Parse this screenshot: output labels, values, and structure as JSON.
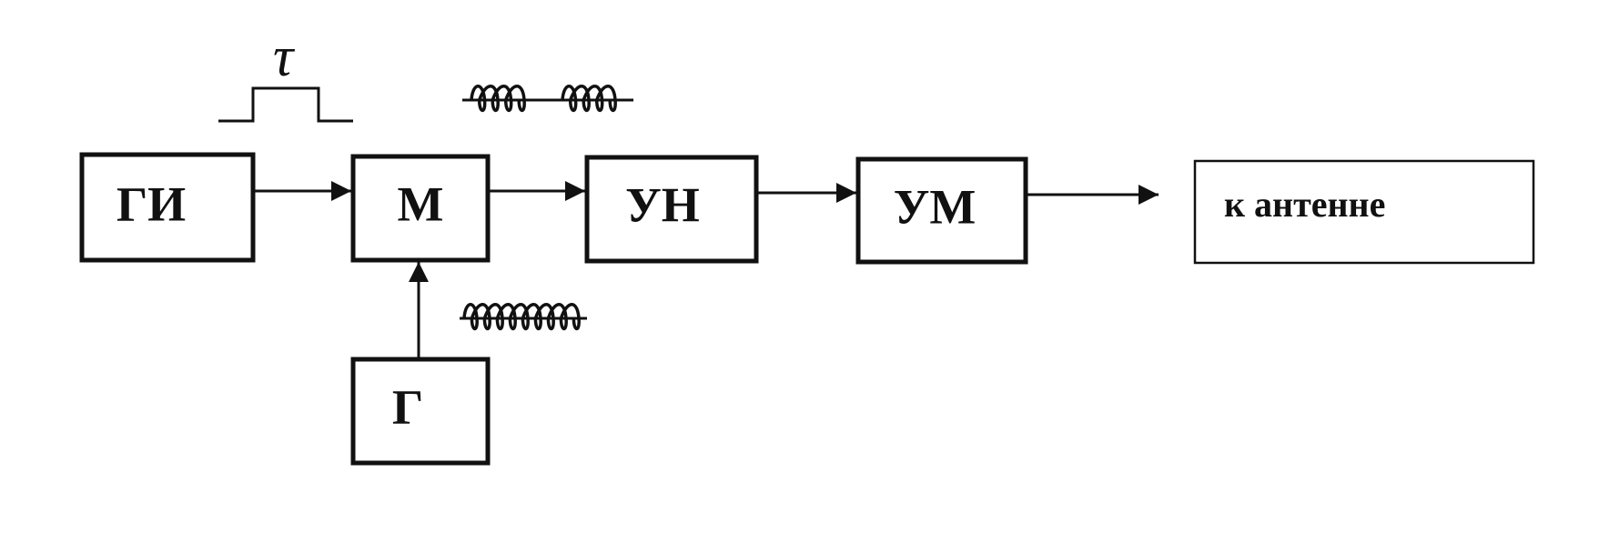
{
  "blocks": {
    "pulse_generator": {
      "label": "ГИ"
    },
    "modulator": {
      "label": "М"
    },
    "oscillator": {
      "label": "Г"
    },
    "driver_amplifier": {
      "label": "УН"
    },
    "power_amplifier": {
      "label": "УМ"
    },
    "antenna_output": {
      "label": "к антенне"
    }
  },
  "annotations": {
    "pulse_duration": "τ"
  },
  "colors": {
    "line": "#111111",
    "background": "#ffffff"
  }
}
